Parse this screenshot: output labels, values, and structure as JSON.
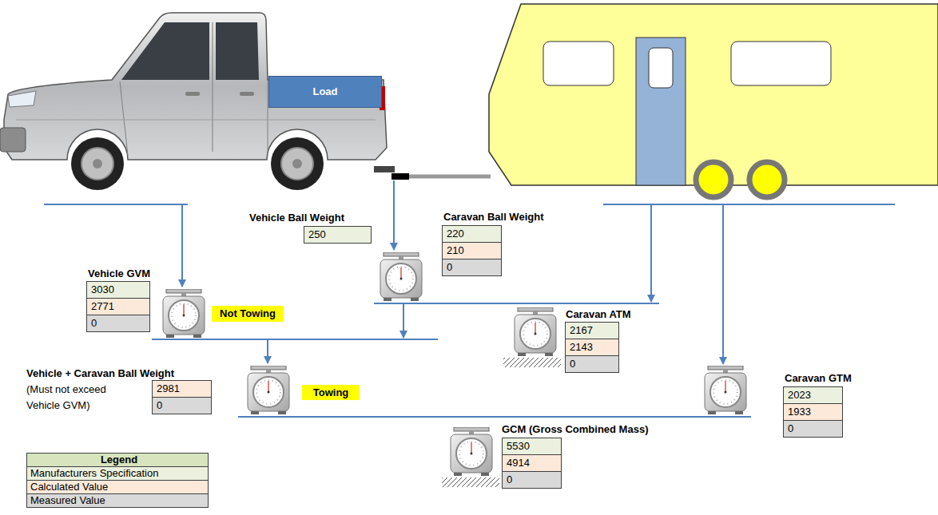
{
  "diagram": {
    "nodes": [
      {
        "text": [
          "Load"
        ]
      },
      {
        "text": [
          "Vehicle Ball Weight",
          "250"
        ]
      },
      {
        "text": [
          "Caravan Ball Weight",
          "220",
          "210",
          "0"
        ]
      },
      {
        "text": [
          "Vehicle GVM",
          "3030",
          "2771",
          "0"
        ]
      },
      {
        "text": [
          "Not Towing"
        ]
      },
      {
        "text": [
          "Caravan ATM",
          "2167",
          "2143",
          "0"
        ]
      },
      {
        "text": [
          "Caravan GTM",
          "2023",
          "1933",
          "0"
        ]
      },
      {
        "text": [
          "Vehicle + Caravan Ball Weight",
          "(Must not exceed Vehicle GVM)",
          "2981",
          "0"
        ]
      },
      {
        "text": [
          "Towing"
        ]
      },
      {
        "text": [
          "GCM (Gross Combined Mass)",
          "5530",
          "4914",
          "0"
        ]
      }
    ],
    "labels": [
      "Legend"
    ],
    "legend": [
      {
        "text": "Manufacturers Specification",
        "color": "#ebf1de"
      },
      {
        "text": "Calculated Value",
        "color": "#fde9d9"
      },
      {
        "text": "Measured Value",
        "color": "#d9d9d9"
      }
    ]
  }
}
